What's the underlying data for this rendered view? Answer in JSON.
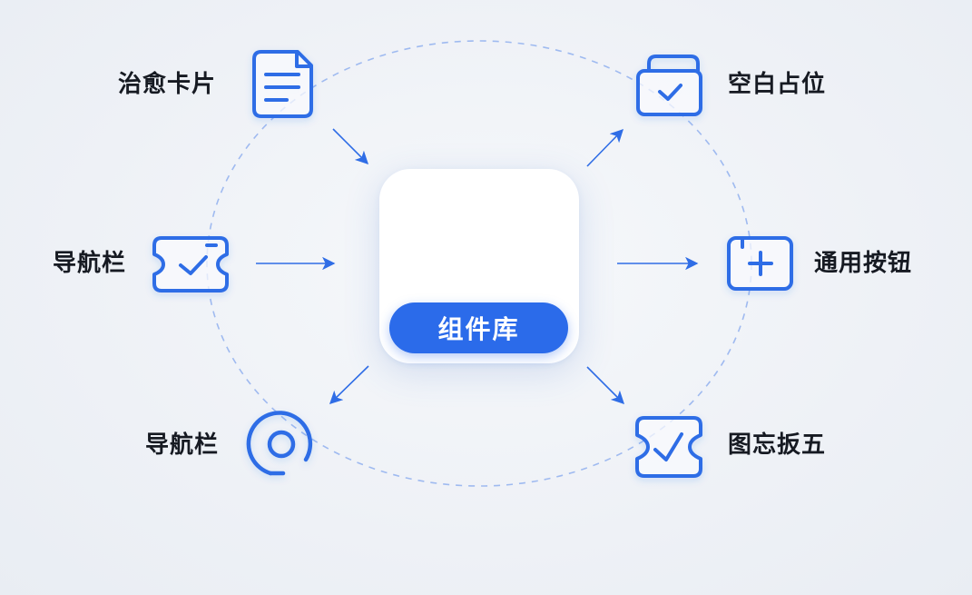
{
  "center": {
    "label": "组件库",
    "icon": "folder-check-icon"
  },
  "nodes": [
    {
      "id": "top-left",
      "label": "治愈卡片",
      "icon": "document-icon"
    },
    {
      "id": "mid-left",
      "label": "导航栏",
      "icon": "ticket-check-icon"
    },
    {
      "id": "bottom-left",
      "label": "导航栏",
      "icon": "circle-ring-icon"
    },
    {
      "id": "top-right",
      "label": "空白占位",
      "icon": "folder-check-icon"
    },
    {
      "id": "mid-right",
      "label": "通用按钮",
      "icon": "plus-square-icon"
    },
    {
      "id": "bottom-right",
      "label": "图忘扳五",
      "icon": "ticket-check-icon"
    }
  ],
  "colors": {
    "accent": "#2b6bea",
    "icon_stroke": "#2f6de6",
    "dashed_ring": "#9fbaf0",
    "text": "#161a22",
    "background": "#eef1f6"
  }
}
